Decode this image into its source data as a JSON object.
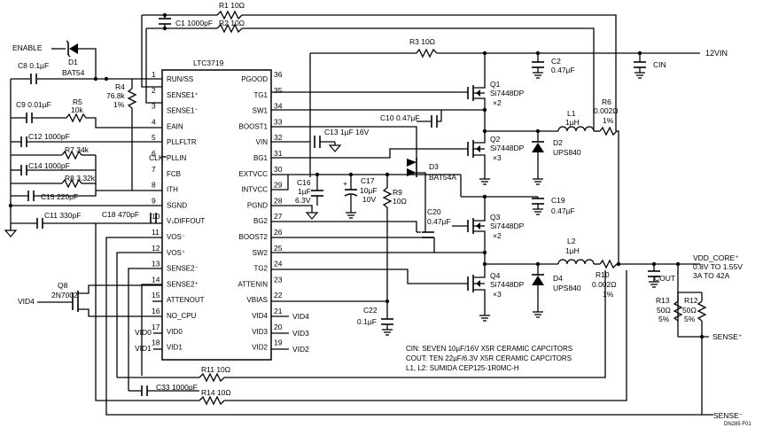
{
  "ic": {
    "name": "LTC3719",
    "left_pins": [
      {
        "num": "1",
        "name": "RUN/SS"
      },
      {
        "num": "2",
        "name": "SENSE1⁺"
      },
      {
        "num": "3",
        "name": "SENSE1⁻"
      },
      {
        "num": "4",
        "name": "EAIN"
      },
      {
        "num": "5",
        "name": "PLLFLTR"
      },
      {
        "num": "6",
        "name": "PLLIN"
      },
      {
        "num": "7",
        "name": "FCB"
      },
      {
        "num": "8",
        "name": "ITH"
      },
      {
        "num": "9",
        "name": "SGND"
      },
      {
        "num": "10",
        "name": "V₀DIFFOUT"
      },
      {
        "num": "11",
        "name": "VOS⁻"
      },
      {
        "num": "12",
        "name": "VOS⁺"
      },
      {
        "num": "13",
        "name": "SENSE2⁻"
      },
      {
        "num": "14",
        "name": "SENSE2⁺"
      },
      {
        "num": "15",
        "name": "ATTENOUT"
      },
      {
        "num": "16",
        "name": "NO_CPU"
      },
      {
        "num": "17",
        "name": "VID0"
      },
      {
        "num": "18",
        "name": "VID1"
      }
    ],
    "right_pins": [
      {
        "num": "36",
        "name": "PGOOD"
      },
      {
        "num": "35",
        "name": "TG1"
      },
      {
        "num": "34",
        "name": "SW1"
      },
      {
        "num": "33",
        "name": "BOOST1"
      },
      {
        "num": "32",
        "name": "VIN"
      },
      {
        "num": "31",
        "name": "BG1"
      },
      {
        "num": "30",
        "name": "EXTVCC"
      },
      {
        "num": "29",
        "name": "INTVCC"
      },
      {
        "num": "28",
        "name": "PGND"
      },
      {
        "num": "27",
        "name": "BG2"
      },
      {
        "num": "26",
        "name": "BOOST2"
      },
      {
        "num": "25",
        "name": "SW2"
      },
      {
        "num": "24",
        "name": "TG2"
      },
      {
        "num": "23",
        "name": "ATTENIN"
      },
      {
        "num": "22",
        "name": "VBIAS"
      },
      {
        "num": "21",
        "name": "VID4"
      },
      {
        "num": "20",
        "name": "VID3"
      },
      {
        "num": "19",
        "name": "VID2"
      }
    ],
    "ext_right": [
      "VID4",
      "VID3",
      "VID2"
    ],
    "ext_left": [
      "VID0",
      "VID1"
    ],
    "clk": "CLK"
  },
  "labels": {
    "enable": "ENABLE",
    "d1": "D1",
    "d1_part": "BAT54",
    "c8": "C8 0.1µF",
    "c9": "C9 0.01µF",
    "r5": "R5",
    "r5_val": "10k",
    "c12": "C12 1000pF",
    "r7": "R7 34k",
    "c14": "C14 1000pF",
    "r8": "R8 3.32k",
    "c15": "C15 220pF",
    "c11": "C11 330pF",
    "c18": "C18 470pF",
    "r4": "R4",
    "r4_val": "76.8k",
    "r4_tol": "1%",
    "q8": "Q8",
    "q8_part": "2N7002",
    "vid4_in": "VID4",
    "c1": "C1 1000pF",
    "r1": "R1 10Ω",
    "r2": "R2 10Ω",
    "r3": "R3 10Ω",
    "c2": "C2",
    "c2_val": "0.47µF",
    "cin": "CIN",
    "vin": "12VIN",
    "q1": "Q1",
    "q1_part": "Si7448DP",
    "q1_n": "×2",
    "c10": "C10 0.47µF",
    "c13": "C13 1µF 16V",
    "l1": "L1",
    "l1_val": "1µH",
    "r6": "R6",
    "r6_val": "0.002Ω",
    "r6_tol": "1%",
    "q2": "Q2",
    "q2_part": "Si7448DP",
    "q2_n": "×3",
    "d2": "D2",
    "d2_part": "UPS840",
    "d3": "D3",
    "d3_part": "BAT54A",
    "c16": "C16",
    "c16_val": "1µF",
    "c16_v": "6.3V",
    "c17": "C17",
    "c17_val": "10µF",
    "c17_v": "10V",
    "r9": "R9",
    "r9_val": "10Ω",
    "c19": "C19",
    "c19_val": "0.47µF",
    "c20": "C20",
    "c20_val": "0.47µF",
    "q3": "Q3",
    "q3_part": "Si7448DP",
    "q3_n": "×2",
    "l2": "L2",
    "l2_val": "1µH",
    "r10": "R10",
    "r10_val": "0.002Ω",
    "r10_tol": "1%",
    "q4": "Q4",
    "q4_part": "Si7448DP",
    "q4_n": "×3",
    "d4": "D4",
    "d4_part": "UPS840",
    "c22": "C22",
    "c22_val": "0.1µF",
    "cout": "COUT",
    "vout1": "VDD_CORE⁺",
    "vout2": "0.8V TO 1.55V",
    "vout3": "3A TO 42A",
    "r13": "R13",
    "r13_val": "50Ω",
    "r13_tol": "5%",
    "r12": "R12",
    "r12_val": "50Ω",
    "r12_tol": "5%",
    "sense_p": "SENSE⁺",
    "sense_m": "SENSE⁻",
    "r11": "R11 10Ω",
    "r14": "R14 10Ω",
    "c33": "C33 1000pF",
    "note1": "CIN: SEVEN 10µF/16V X5R CERAMIC CAPCITORS",
    "note2": "COUT: TEN 22µF/6.3V X5R CERAMIC CAPCITORS",
    "note3": "L1, L2: SUMIDA CEP125-1R0MC-H",
    "code": "DN285 F01"
  }
}
